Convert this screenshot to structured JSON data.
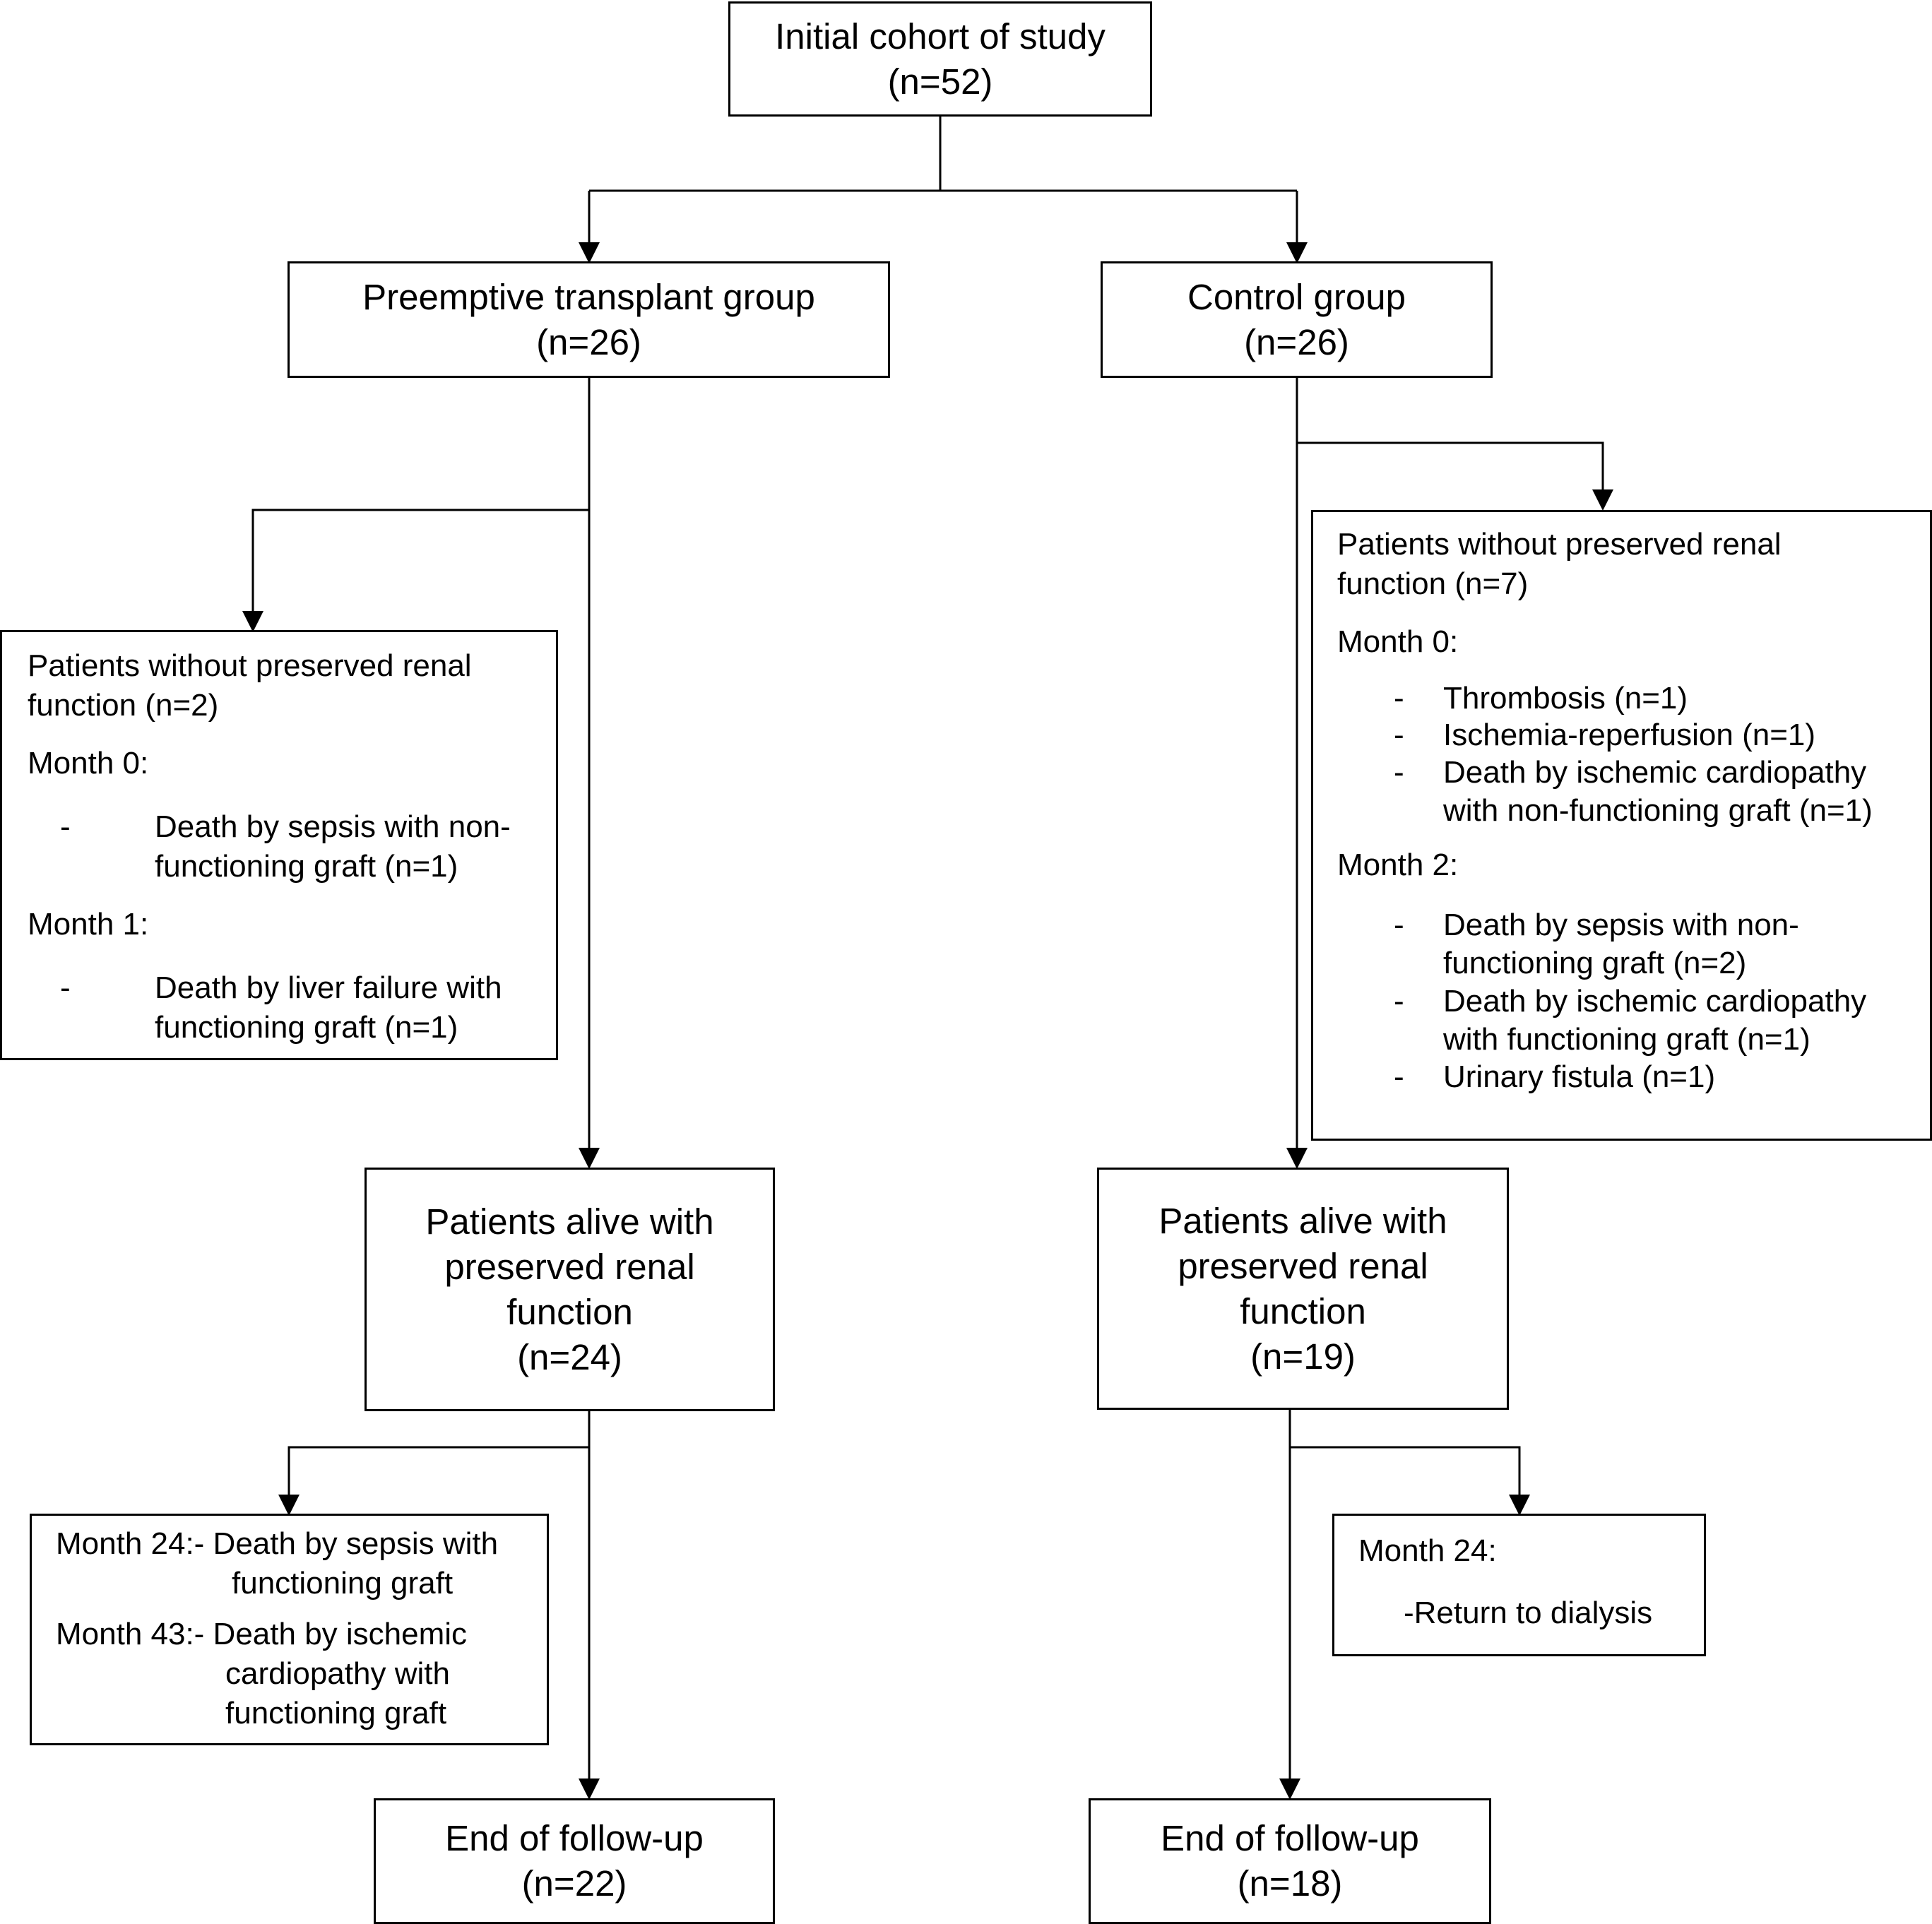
{
  "top": {
    "line1": "Initial cohort of study",
    "line2": "(n=52)"
  },
  "pre": {
    "line1": "Preemptive transplant group",
    "line2": "(n=26)"
  },
  "ctrl": {
    "line1": "Control group",
    "line2": "(n=26)"
  },
  "pre_loss": {
    "head1": "Patients without preserved renal",
    "head2": "function (n=2)",
    "m0": "Month 0:",
    "m0_item_dash": "-",
    "m0_item_l1": "Death by sepsis with non-",
    "m0_item_l2": "functioning graft (n=1)",
    "m1": "Month 1:",
    "m1_item_dash": "-",
    "m1_item_l1": "Death by liver failure with",
    "m1_item_l2": "functioning graft (n=1)"
  },
  "ctrl_loss": {
    "head1": "Patients without preserved renal",
    "head2": "function (n=7)",
    "m0": "Month 0:",
    "i1": "Thrombosis (n=1)",
    "i2": "Ischemia-reperfusion (n=1)",
    "i3_l1": "Death by ischemic cardiopathy",
    "i3_l2": "with non-functioning graft (n=1)",
    "m2": "Month 2:",
    "i4_l1": "Death by sepsis with non-",
    "i4_l2": "functioning graft (n=2)",
    "i5_l1": "Death by ischemic cardiopathy",
    "i5_l2": "with functioning graft (n=1)",
    "i6": "Urinary fistula (n=1)",
    "dash": "-"
  },
  "pre_alive": {
    "l1": "Patients alive with",
    "l2": "preserved renal",
    "l3": "function",
    "l4": "(n=24)"
  },
  "ctrl_alive": {
    "l1": "Patients alive with",
    "l2": "preserved renal",
    "l3": "function",
    "l4": "(n=19)"
  },
  "pre_late": {
    "a1": "Month 24:- Death by sepsis with",
    "a2": "functioning graft",
    "b1": "Month 43:- Death by ischemic",
    "b2": "cardiopathy with",
    "b3": "functioning graft"
  },
  "ctrl_late": {
    "a1": "Month 24:",
    "a2": "-Return to dialysis"
  },
  "pre_end": {
    "l1": "End of follow-up",
    "l2": "(n=22)"
  },
  "ctrl_end": {
    "l1": "End of follow-up",
    "l2": "(n=18)"
  }
}
